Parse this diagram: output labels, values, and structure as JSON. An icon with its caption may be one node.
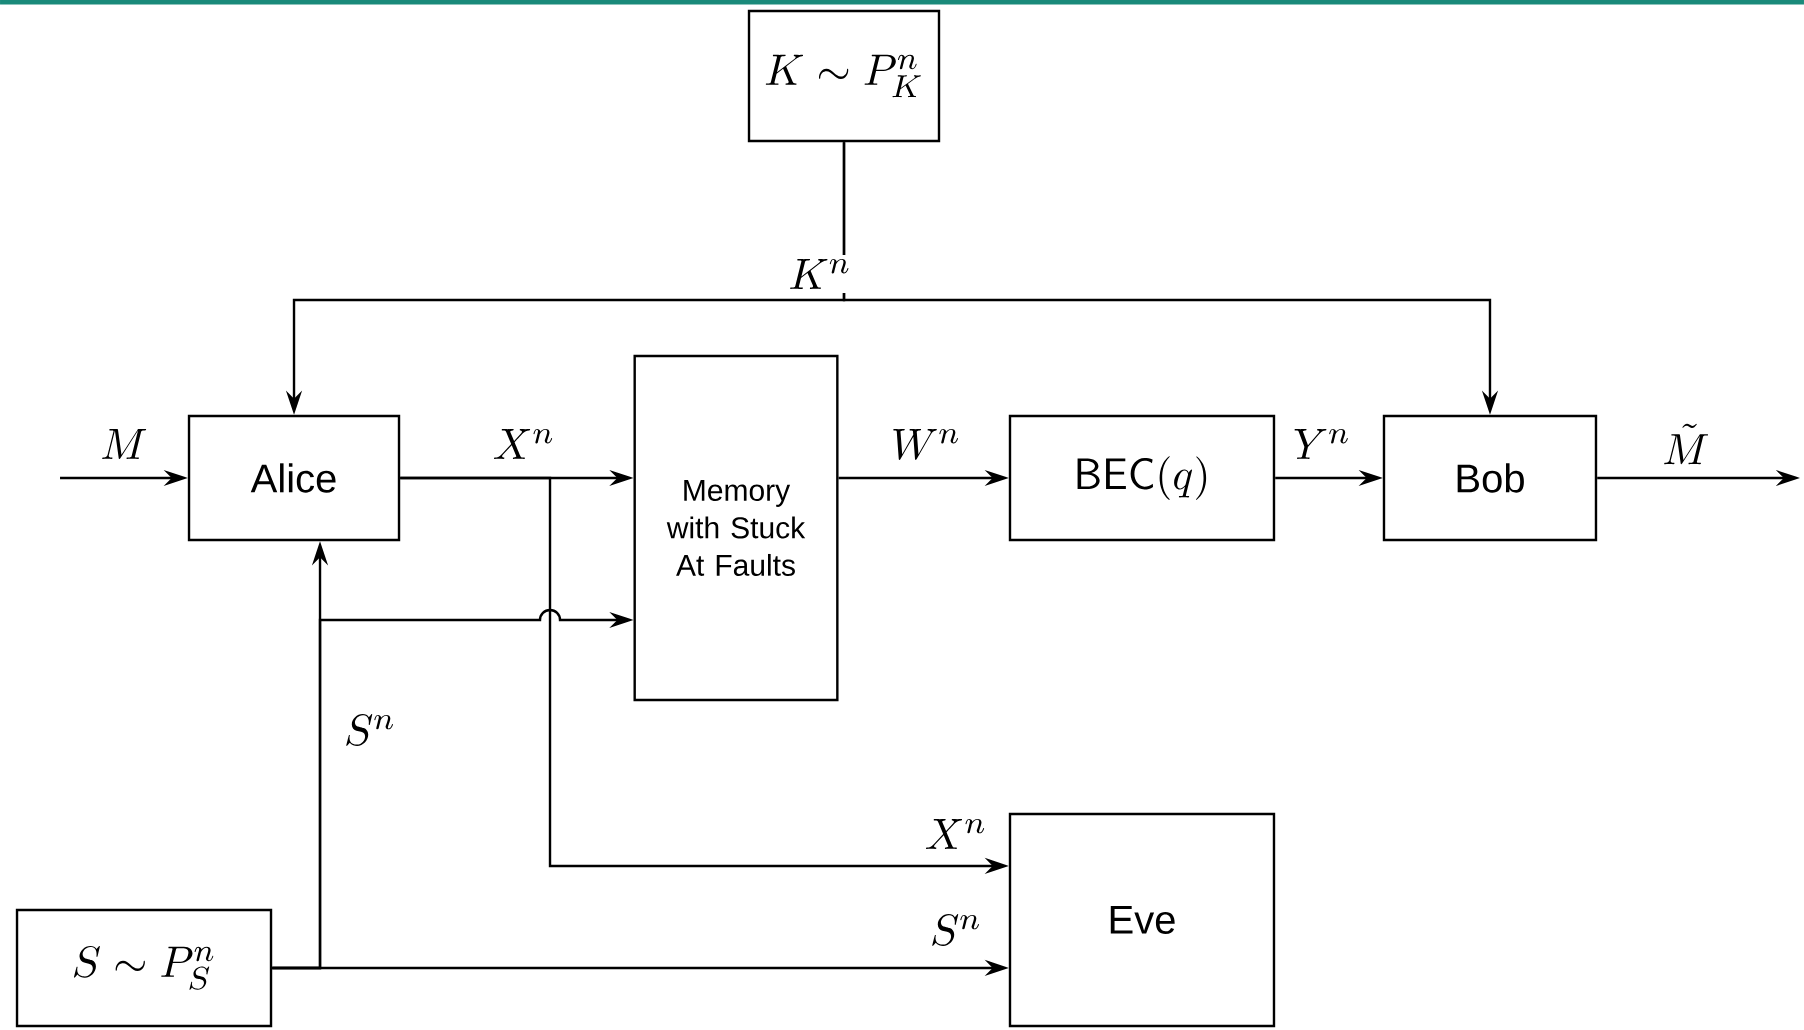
{
  "diagram": {
    "nodes": [
      {
        "text": [
          "K \\sim P_K^n"
        ]
      },
      {
        "text": [
          "Alice"
        ]
      },
      {
        "text": [
          "Memory with Stuck At Faults"
        ]
      },
      {
        "text": [
          "\\mathsf{BEC}(q)"
        ]
      },
      {
        "text": [
          "Bob"
        ]
      },
      {
        "text": [
          "S \\sim P_S^n"
        ]
      },
      {
        "text": [
          "Eve"
        ]
      }
    ],
    "edges": [
      {
        "from": null,
        "to": 1,
        "arrow": "to",
        "label": "M"
      },
      {
        "from": 0,
        "to": 1,
        "arrow": "to",
        "label": "K^n"
      },
      {
        "from": 0,
        "to": 4,
        "arrow": "to"
      },
      {
        "from": 1,
        "to": 2,
        "arrow": "to",
        "label": "X^n"
      },
      {
        "from": 2,
        "to": 3,
        "arrow": "to",
        "label": "W^n"
      },
      {
        "from": 3,
        "to": 4,
        "arrow": "to",
        "label": "Y^n"
      },
      {
        "from": 4,
        "to": null,
        "arrow": "to",
        "label": "\\tilde{M}"
      },
      {
        "from": 5,
        "to": 1,
        "arrow": "to",
        "label": "S^n"
      },
      {
        "from": 5,
        "to": 2,
        "arrow": "to"
      },
      {
        "from": 1,
        "to": 6,
        "arrow": "to",
        "label": "X^n"
      },
      {
        "from": 5,
        "to": 6,
        "arrow": "to",
        "label": "S^n"
      }
    ]
  }
}
